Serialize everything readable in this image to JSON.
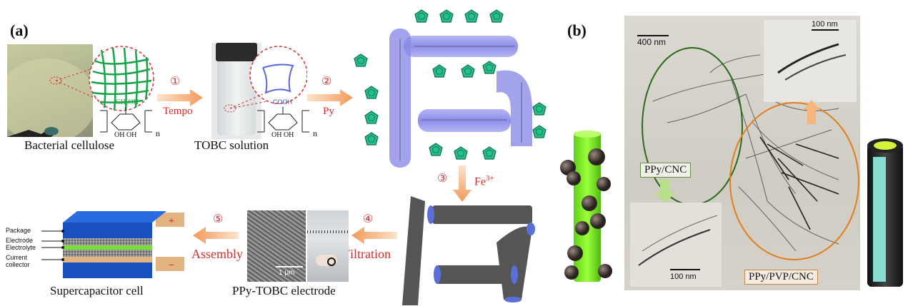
{
  "panel_a": {
    "label": "(a)",
    "bacterial_cellulose": "Bacterial cellulose",
    "tobc_solution": "TOBC solution",
    "step1_num": "①",
    "step1_label": "Tempo",
    "step2_num": "②",
    "step2_label": "Py",
    "step3_num": "③",
    "step3_label": "Fe",
    "step3_sup": "3+",
    "step4_num": "④",
    "step4_label": "Filtration",
    "step5_num": "⑤",
    "step5_label": "Assembly",
    "ch2oh": "CH₂OH",
    "cooh": "COOH",
    "oh_oh": "OH  OH",
    "n": "n",
    "ppy_tobc_electrode": "PPy-TOBC electrode",
    "scale_1um": "1 μm",
    "supercapacitor_cell": "Supercapacitor cell",
    "layers": [
      "Package",
      "Electrode",
      "Electrolyte",
      "Current",
      "collector"
    ]
  },
  "panel_b": {
    "label": "(b)",
    "scale_400nm": "400 nm",
    "scale_100nm_top": "100 nm",
    "scale_100nm_bottom": "100 nm",
    "ppy_cnc": "PPy/CNC",
    "ppy_pvp_cnc": "PPy/PVP/CNC"
  }
}
